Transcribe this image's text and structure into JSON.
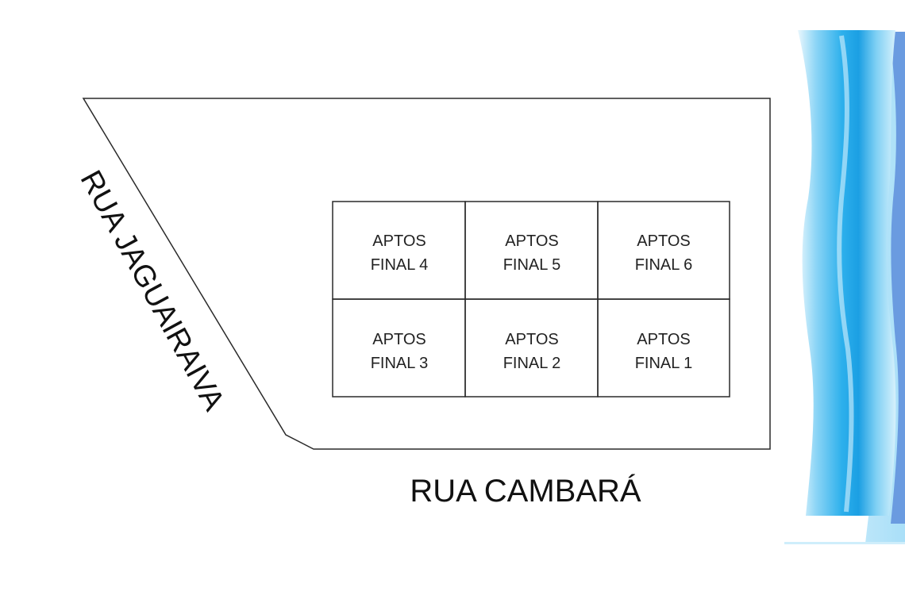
{
  "streets": {
    "west": "RUA JAGUAIRAIVA",
    "south": "RUA CAMBARÁ"
  },
  "units": [
    {
      "line1": "APTOS",
      "line2": "FINAL 4"
    },
    {
      "line1": "APTOS",
      "line2": "FINAL 5"
    },
    {
      "line1": "APTOS",
      "line2": "FINAL 6"
    },
    {
      "line1": "APTOS",
      "line2": "FINAL 3"
    },
    {
      "line1": "APTOS",
      "line2": "FINAL 2"
    },
    {
      "line1": "APTOS",
      "line2": "FINAL 1"
    }
  ],
  "colors": {
    "line": "#2a2a2a",
    "water_light": "#bfe8fb",
    "water_mid": "#56c3f0",
    "water_dark": "#1b9fe3",
    "water_edge": "#6a9be0"
  }
}
